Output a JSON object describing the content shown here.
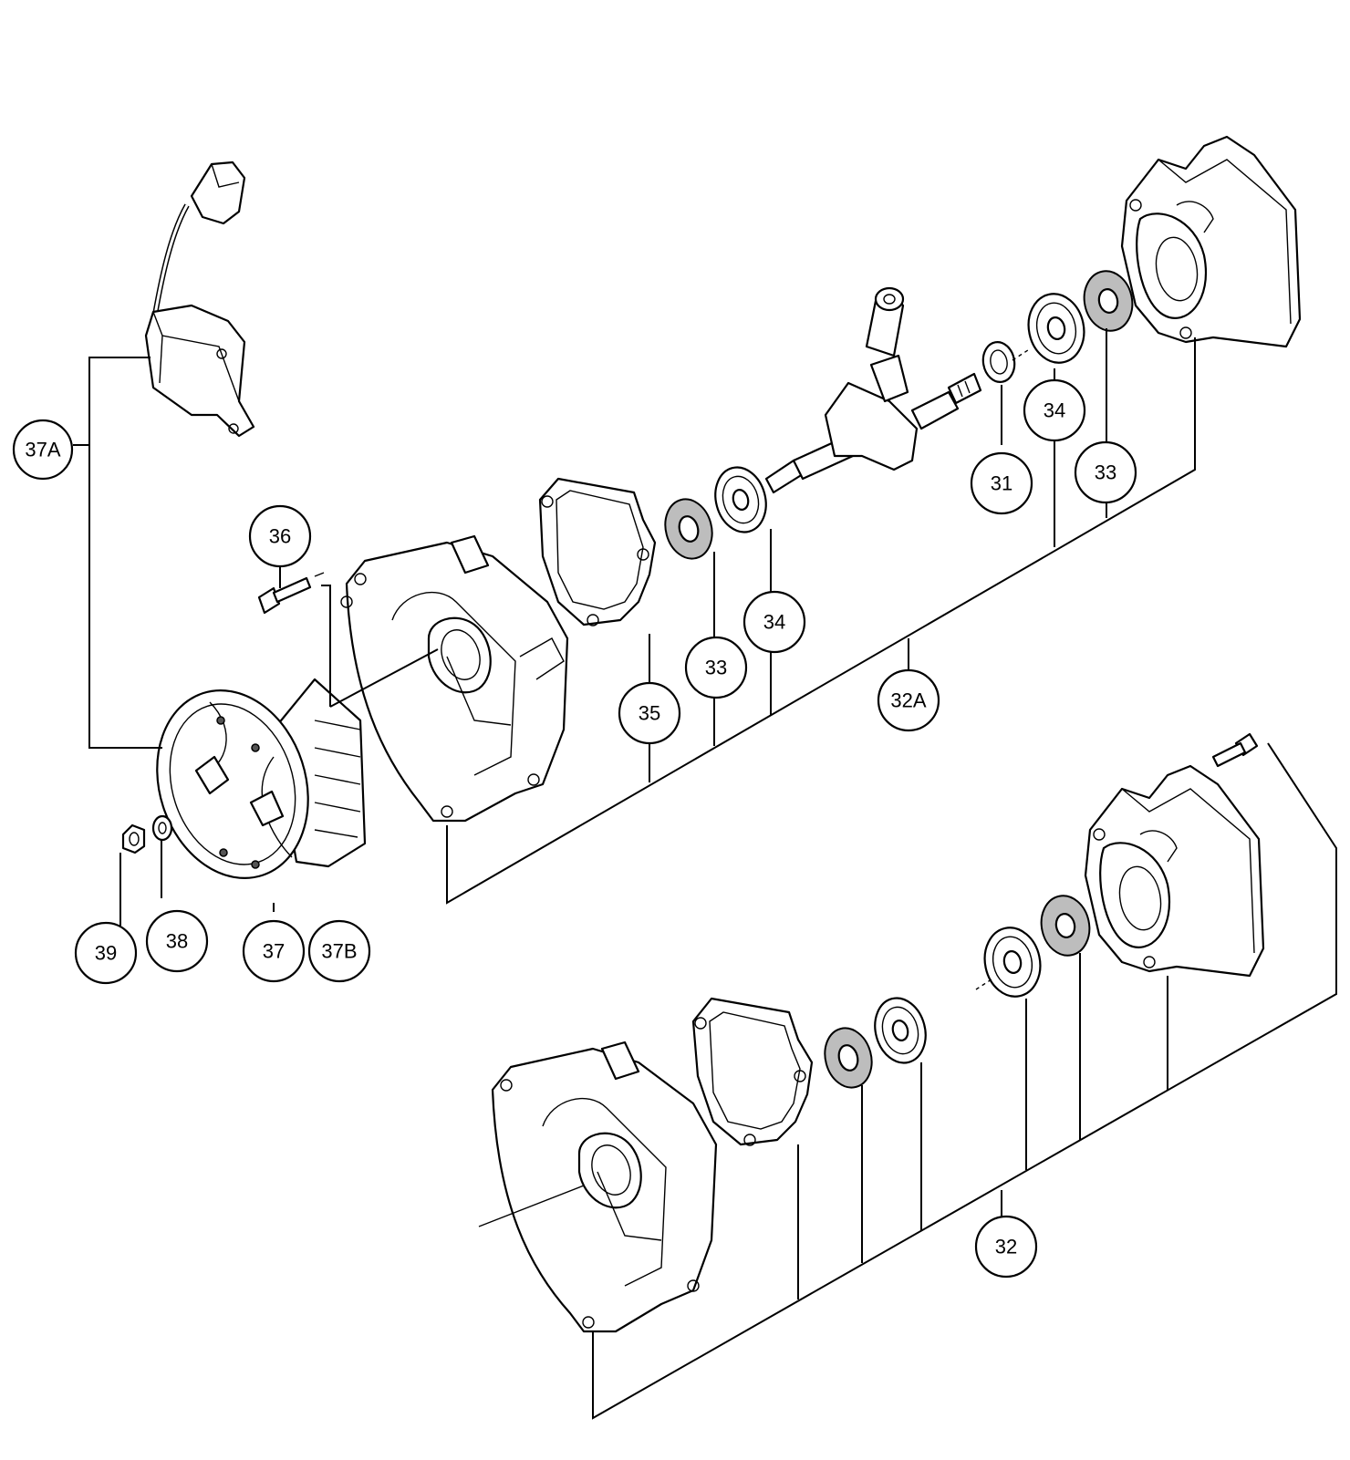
{
  "callouts": [
    {
      "id": "c-37a",
      "label": "37A"
    },
    {
      "id": "c-36",
      "label": "36"
    },
    {
      "id": "c-35",
      "label": "35"
    },
    {
      "id": "c-33a",
      "label": "33"
    },
    {
      "id": "c-34a",
      "label": "34"
    },
    {
      "id": "c-32a",
      "label": "32A"
    },
    {
      "id": "c-31",
      "label": "31"
    },
    {
      "id": "c-34b",
      "label": "34"
    },
    {
      "id": "c-33b",
      "label": "33"
    },
    {
      "id": "c-39",
      "label": "39"
    },
    {
      "id": "c-38",
      "label": "38"
    },
    {
      "id": "c-37",
      "label": "37"
    },
    {
      "id": "c-37b",
      "label": "37B"
    },
    {
      "id": "c-32",
      "label": "32"
    }
  ]
}
